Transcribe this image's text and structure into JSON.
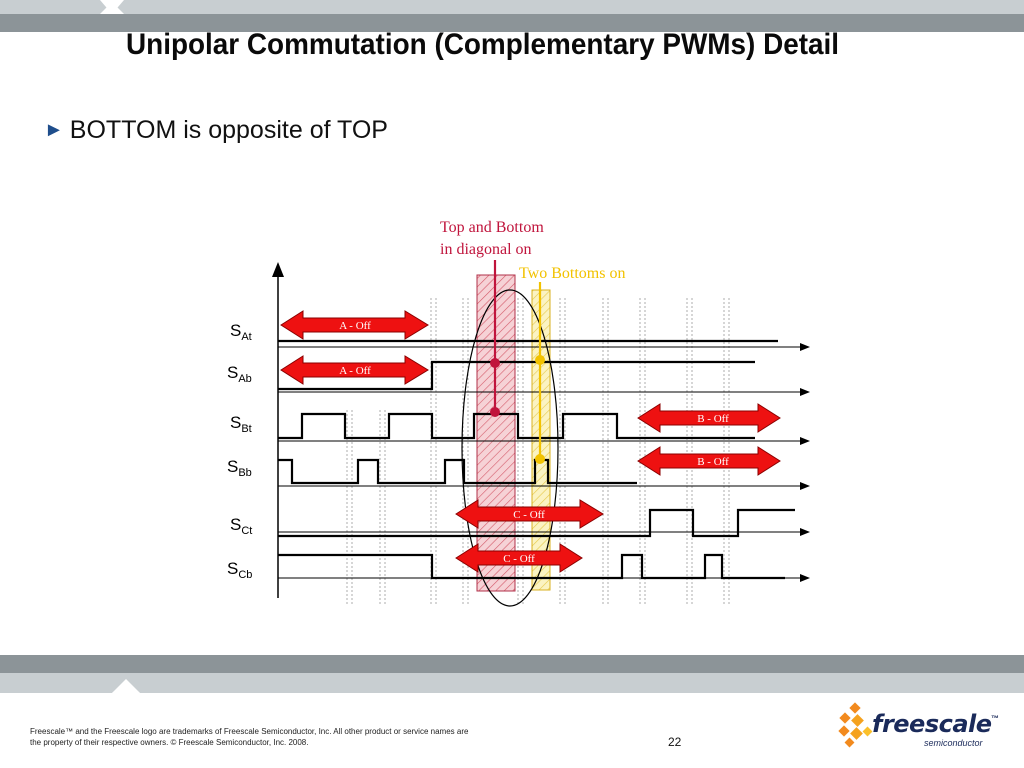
{
  "slide": {
    "title": "Unipolar Commutation (Complementary PWMs) Detail",
    "bullet": "BOTTOM is opposite of TOP",
    "page_number": "22"
  },
  "diagram": {
    "signals": [
      {
        "base": "S",
        "sub": "At"
      },
      {
        "base": "S",
        "sub": "Ab"
      },
      {
        "base": "S",
        "sub": "Bt"
      },
      {
        "base": "S",
        "sub": "Bb"
      },
      {
        "base": "S",
        "sub": "Ct"
      },
      {
        "base": "S",
        "sub": "Cb"
      }
    ],
    "off_arrows": {
      "a_off_top": "A - Off",
      "a_off_bottom": "A - Off",
      "b_off_top": "B - Off",
      "b_off_bottom": "B - Off",
      "c_off_top": "C - Off",
      "c_off_bottom": "C - Off"
    },
    "annotations": {
      "diagonal_line1": "Top and Bottom",
      "diagonal_line2": "in diagonal on",
      "two_bottoms": "Two Bottoms on"
    },
    "colors": {
      "annotation_red": "#c0143c",
      "annotation_yellow": "#f2c200",
      "arrow_red": "#ee1111"
    }
  },
  "footer": {
    "legal_line1": "Freescale™ and the Freescale logo are trademarks of Freescale Semiconductor, Inc. All other product or service names are",
    "legal_line2": "the property of their respective owners. © Freescale Semiconductor, Inc. 2008.",
    "logo_word": "freescale",
    "logo_tm": "™",
    "logo_sub": "semiconductor"
  }
}
